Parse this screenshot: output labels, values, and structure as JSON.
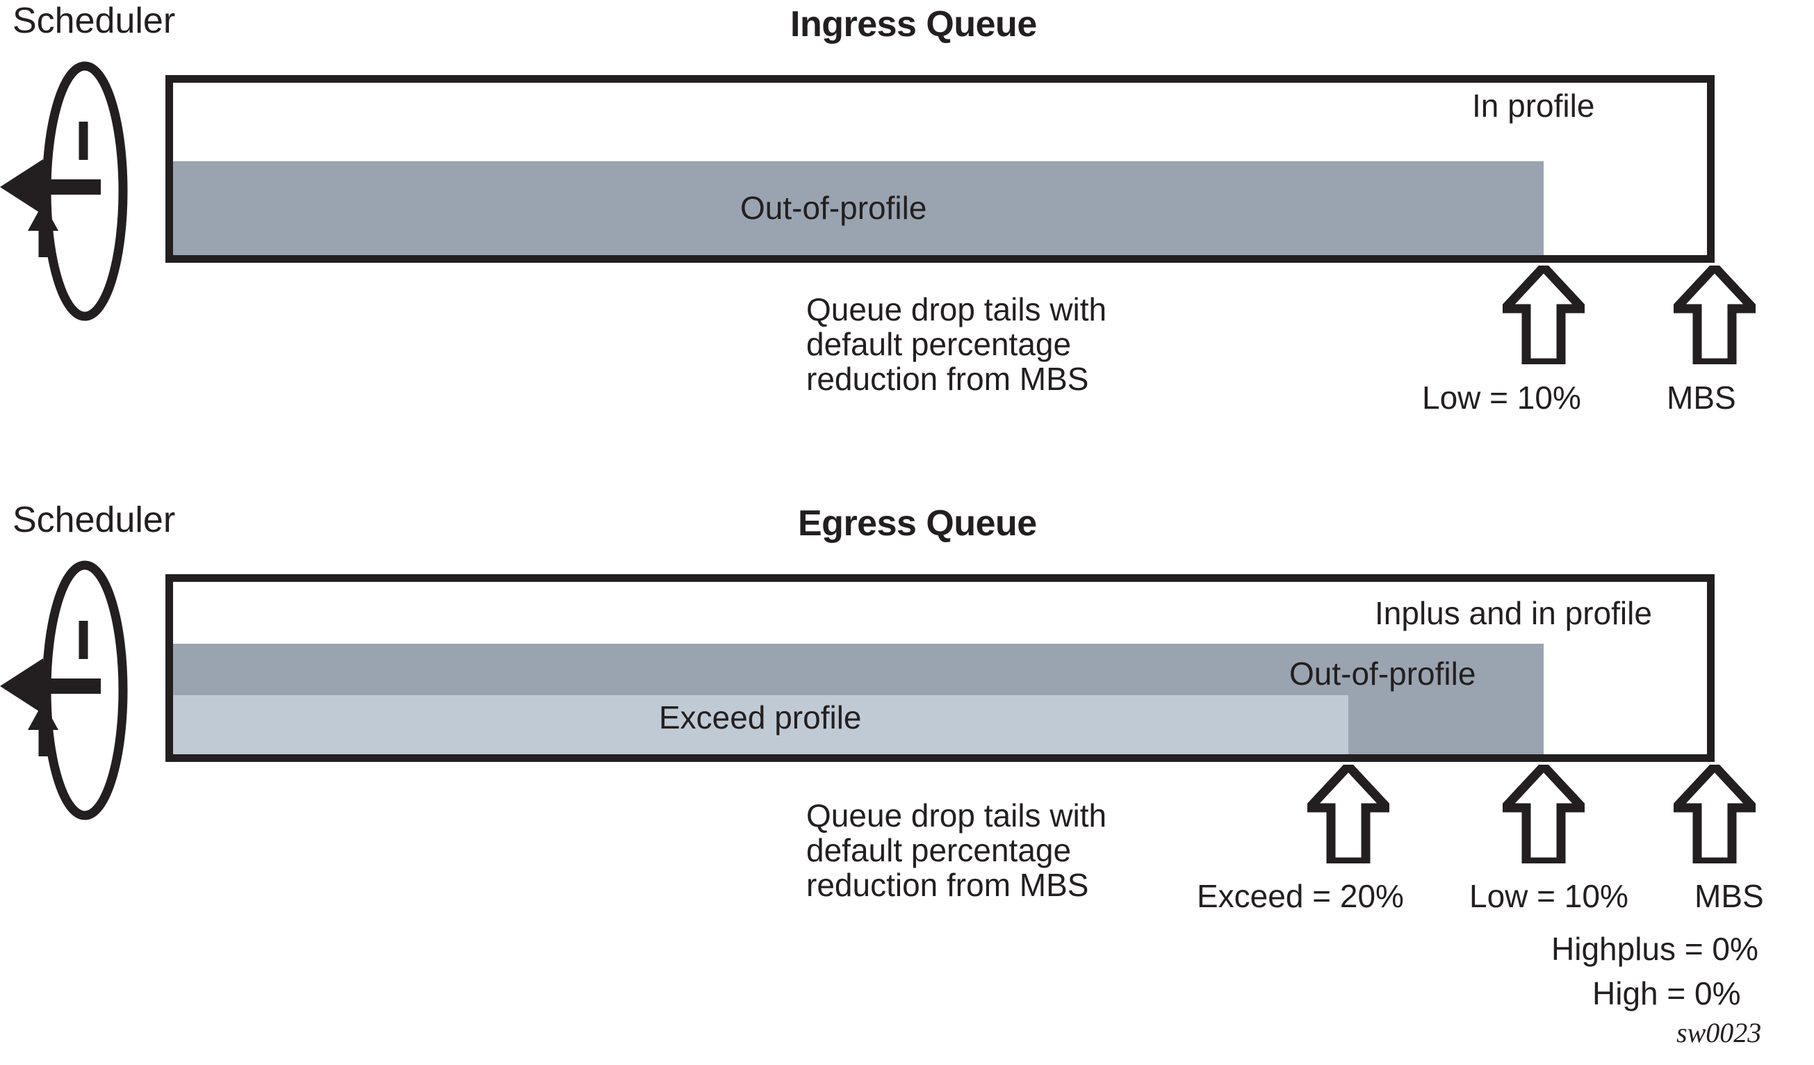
{
  "figure": {
    "id_label": "sw0023",
    "colors": {
      "outline": "#231f20",
      "out_of_profile_fill": "#9aa4b0",
      "exceed_profile_fill": "#c0cad5",
      "background": "#ffffff"
    }
  },
  "ingress": {
    "scheduler_label": "Scheduler",
    "title": "Ingress Queue",
    "in_profile_label": "In profile",
    "out_of_profile_label": "Out-of-profile",
    "note_lines": [
      "Queue drop tails with",
      "default percentage",
      "reduction from MBS"
    ],
    "markers": [
      {
        "label": "Low = 10%",
        "icon": "up-arrow-icon"
      },
      {
        "label": "MBS",
        "icon": "up-arrow-icon"
      }
    ]
  },
  "egress": {
    "scheduler_label": "Scheduler",
    "title": "Egress Queue",
    "inplus_label": "Inplus and in profile",
    "out_of_profile_label": "Out-of-profile",
    "exceed_profile_label": "Exceed profile",
    "note_lines": [
      "Queue drop tails with",
      "default percentage",
      "reduction from MBS"
    ],
    "markers": [
      {
        "label": "Exceed = 20%",
        "icon": "up-arrow-icon"
      },
      {
        "label": "Low = 10%",
        "icon": "up-arrow-icon"
      },
      {
        "label": "MBS",
        "icon": "up-arrow-icon"
      }
    ],
    "extra_thresholds": [
      "Highplus = 0%",
      "High = 0%"
    ]
  },
  "chart_data": {
    "type": "bar",
    "title": "Ingress and Egress queue drop-tail thresholds",
    "queues": [
      {
        "name": "Ingress Queue",
        "segments": [
          {
            "name": "Out-of-profile",
            "fill_percent": 89,
            "color": "#9aa4b0"
          },
          {
            "name": "In profile",
            "fill_percent": 100,
            "color": "#ffffff"
          }
        ],
        "thresholds": [
          {
            "name": "Low",
            "value": 10,
            "unit": "%",
            "position_percent": 89
          },
          {
            "name": "MBS",
            "value": null,
            "unit": "",
            "position_percent": 100
          }
        ]
      },
      {
        "name": "Egress Queue",
        "segments": [
          {
            "name": "Exceed profile",
            "fill_percent": 76,
            "color": "#c0cad5"
          },
          {
            "name": "Out-of-profile",
            "fill_percent": 89,
            "color": "#9aa4b0"
          },
          {
            "name": "Inplus and in profile",
            "fill_percent": 100,
            "color": "#ffffff"
          }
        ],
        "thresholds": [
          {
            "name": "Exceed",
            "value": 20,
            "unit": "%",
            "position_percent": 76
          },
          {
            "name": "Low",
            "value": 10,
            "unit": "%",
            "position_percent": 89
          },
          {
            "name": "MBS",
            "value": null,
            "unit": "",
            "position_percent": 100
          },
          {
            "name": "Highplus",
            "value": 0,
            "unit": "%",
            "position_percent": 100
          },
          {
            "name": "High",
            "value": 0,
            "unit": "%",
            "position_percent": 100
          }
        ]
      }
    ]
  }
}
